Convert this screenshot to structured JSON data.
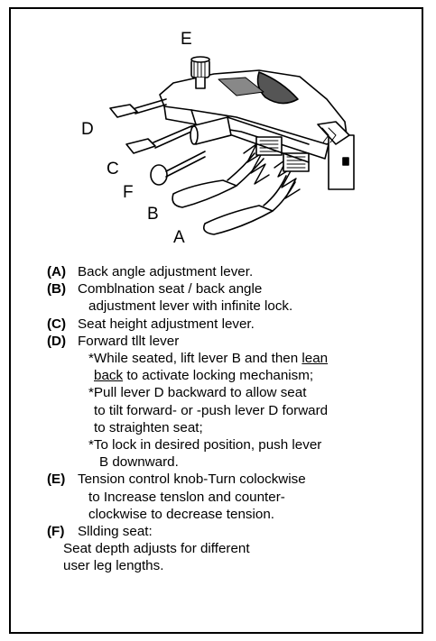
{
  "diagram": {
    "callouts": [
      "E",
      "D",
      "C",
      "F",
      "B",
      "A"
    ]
  },
  "legend": [
    {
      "key": "(A)",
      "lines": [
        "Back angle adjustment lever."
      ]
    },
    {
      "key": "(B)",
      "lines": [
        "Comblnation seat / back angle",
        "adjustment lever with infinite lock."
      ]
    },
    {
      "key": "(C)",
      "lines": [
        "Seat height adjustment lever."
      ]
    },
    {
      "key": "(D)",
      "lines": [
        "Forward tllt lever"
      ],
      "notes": [
        {
          "pre": "*While seated, lift lever B and then ",
          "underline": "lean",
          "post": ""
        },
        {
          "pre": "",
          "underline": "back",
          "post": " to activate locking mechanism;"
        },
        {
          "pre": "*Pull lever D backward to allow seat",
          "underline": "",
          "post": ""
        },
        {
          "pre": "to tilt forward- or -push lever D forward",
          "underline": "",
          "post": ""
        },
        {
          "pre": "to straighten seat;",
          "underline": "",
          "post": ""
        },
        {
          "pre": "*To lock in desired position, push lever",
          "underline": "",
          "post": ""
        },
        {
          "pre": "B downward.",
          "underline": "",
          "post": ""
        }
      ]
    },
    {
      "key": "(E)",
      "lines": [
        "Tension control knob-Turn colockwise",
        "to Increase tenslon and counter-",
        "clockwise to decrease tension."
      ]
    },
    {
      "key": "(F)",
      "lines": [
        "Sllding seat:",
        "Seat depth adjusts for different",
        "user leg lengths."
      ]
    }
  ]
}
